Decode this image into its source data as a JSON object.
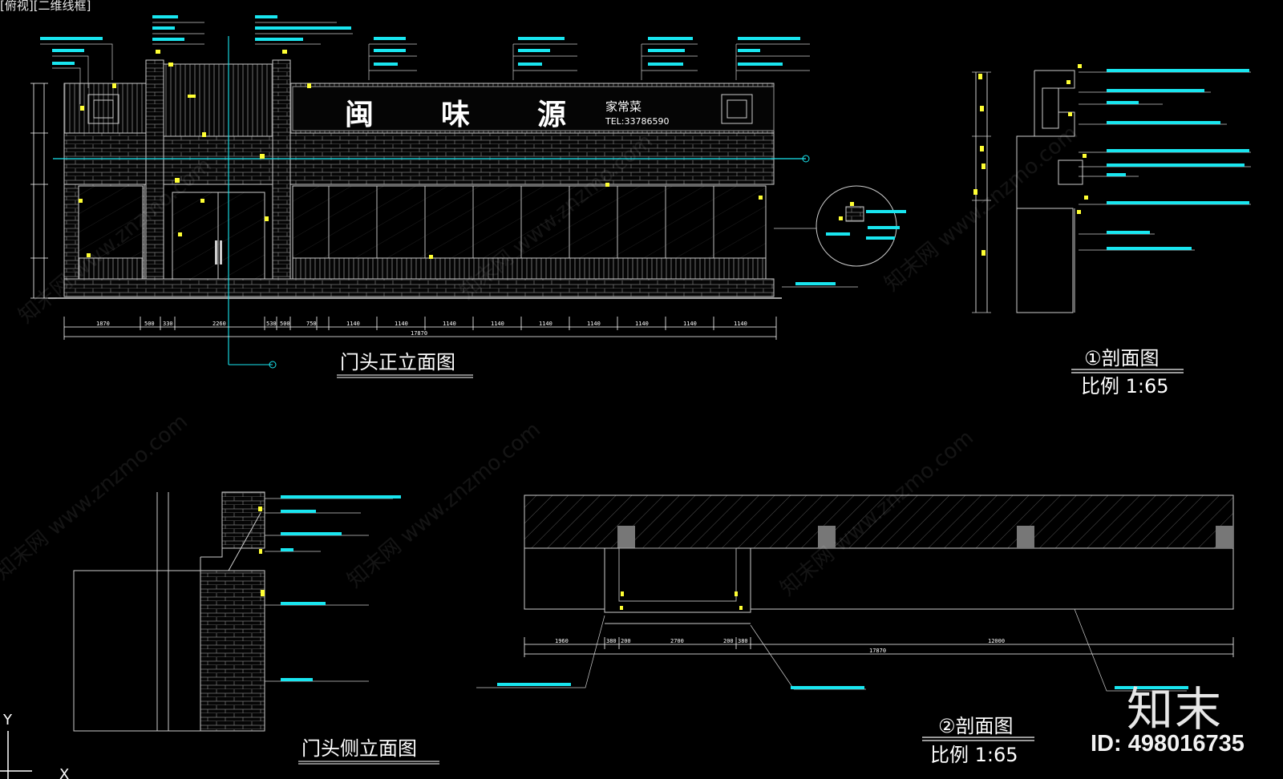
{
  "viewport": {
    "label": "[俯视][二维线框]"
  },
  "drawings": {
    "front_elevation": {
      "title": "门头正立面图"
    },
    "section_1": {
      "title": "①剖面图",
      "scale": "比例 1:65"
    },
    "side_elevation": {
      "title": "门头侧立面图"
    },
    "section_2": {
      "title": "②剖面图",
      "scale": "比例 1:65"
    }
  },
  "signboard": {
    "characters": [
      "闽",
      "味",
      "源"
    ],
    "subtitle": "家常菜",
    "phone": "TEL:33786590"
  },
  "front_dims": [
    "1870",
    "500",
    "330",
    "2260",
    "530",
    "500",
    "750",
    "1140",
    "1140",
    "1140",
    "1140",
    "1140",
    "1140",
    "1140",
    "1140",
    "1140",
    "17870"
  ],
  "section2_dims": [
    "1960",
    "380",
    "200",
    "2700",
    "200",
    "380",
    "17870",
    "12000"
  ],
  "watermark": "知末网 www.znzmo.com",
  "brand": {
    "logo": "知末",
    "id": "ID: 498016735"
  },
  "ucs": {
    "y_label": "Y",
    "x_label": "X"
  },
  "colors": {
    "background": "#000000",
    "annotation": "#19e6f0",
    "line": "#ffffff",
    "marker": "#ffff00",
    "dim": "#ffffff"
  }
}
